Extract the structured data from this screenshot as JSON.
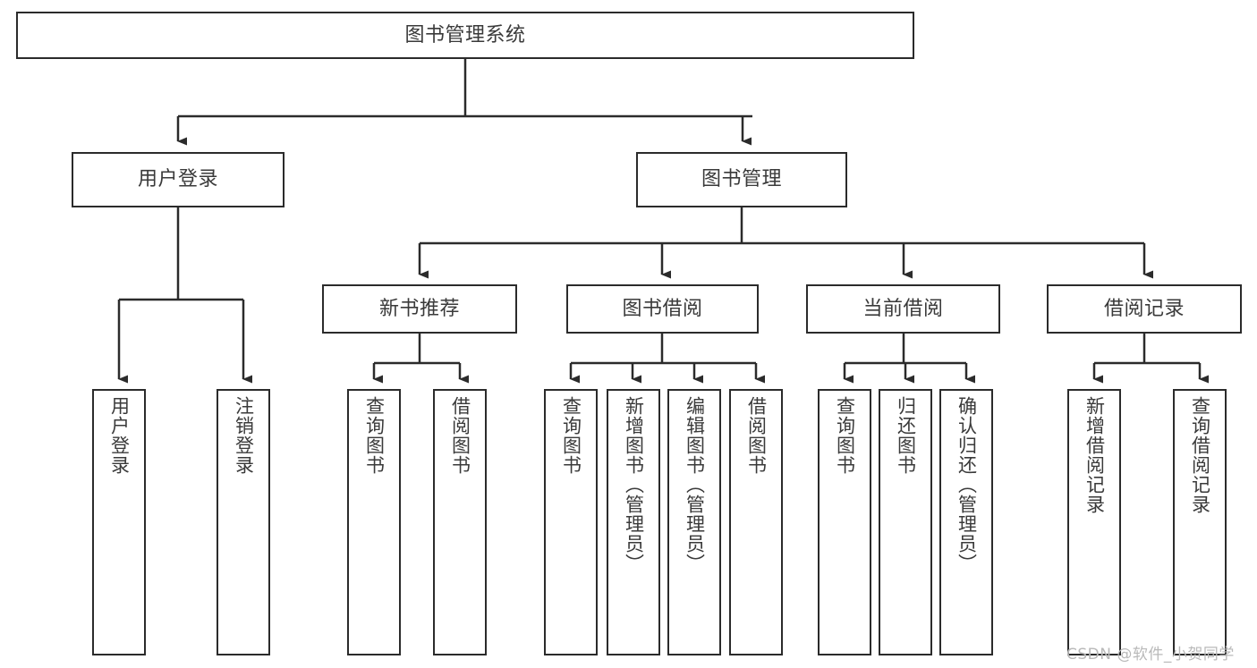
{
  "diagram": {
    "title": "图书管理系统",
    "type": "hierarchy-tree",
    "colors": {
      "box_border": "#2b2b2b",
      "box_fill": "#ffffff",
      "text": "#3a3a3a",
      "connector": "#2b2b2b",
      "watermark": "#b9b9b9",
      "background": "#ffffff"
    },
    "root": {
      "label": "图书管理系统"
    },
    "level1": [
      {
        "label": "用户登录"
      },
      {
        "label": "图书管理"
      }
    ],
    "level2": [
      {
        "label": "新书推荐"
      },
      {
        "label": "图书借阅"
      },
      {
        "label": "当前借阅"
      },
      {
        "label": "借阅记录"
      }
    ],
    "leaves": {
      "user_login": [
        {
          "label": "用户登录"
        },
        {
          "label": "注销登录"
        }
      ],
      "new_book_recommend": [
        {
          "label": "查询图书"
        },
        {
          "label": "借阅图书"
        }
      ],
      "book_borrow": [
        {
          "label": "查询图书"
        },
        {
          "label": "新增图书（管理员）"
        },
        {
          "label": "编辑图书（管理员）"
        },
        {
          "label": "借阅图书"
        }
      ],
      "current_borrow": [
        {
          "label": "查询图书"
        },
        {
          "label": "归还图书"
        },
        {
          "label": "确认归还（管理员）"
        }
      ],
      "borrow_record": [
        {
          "label": "新增借阅记录"
        },
        {
          "label": "查询借阅记录"
        }
      ]
    }
  },
  "watermark": {
    "text": "CSDN @软件_小贺同学"
  }
}
